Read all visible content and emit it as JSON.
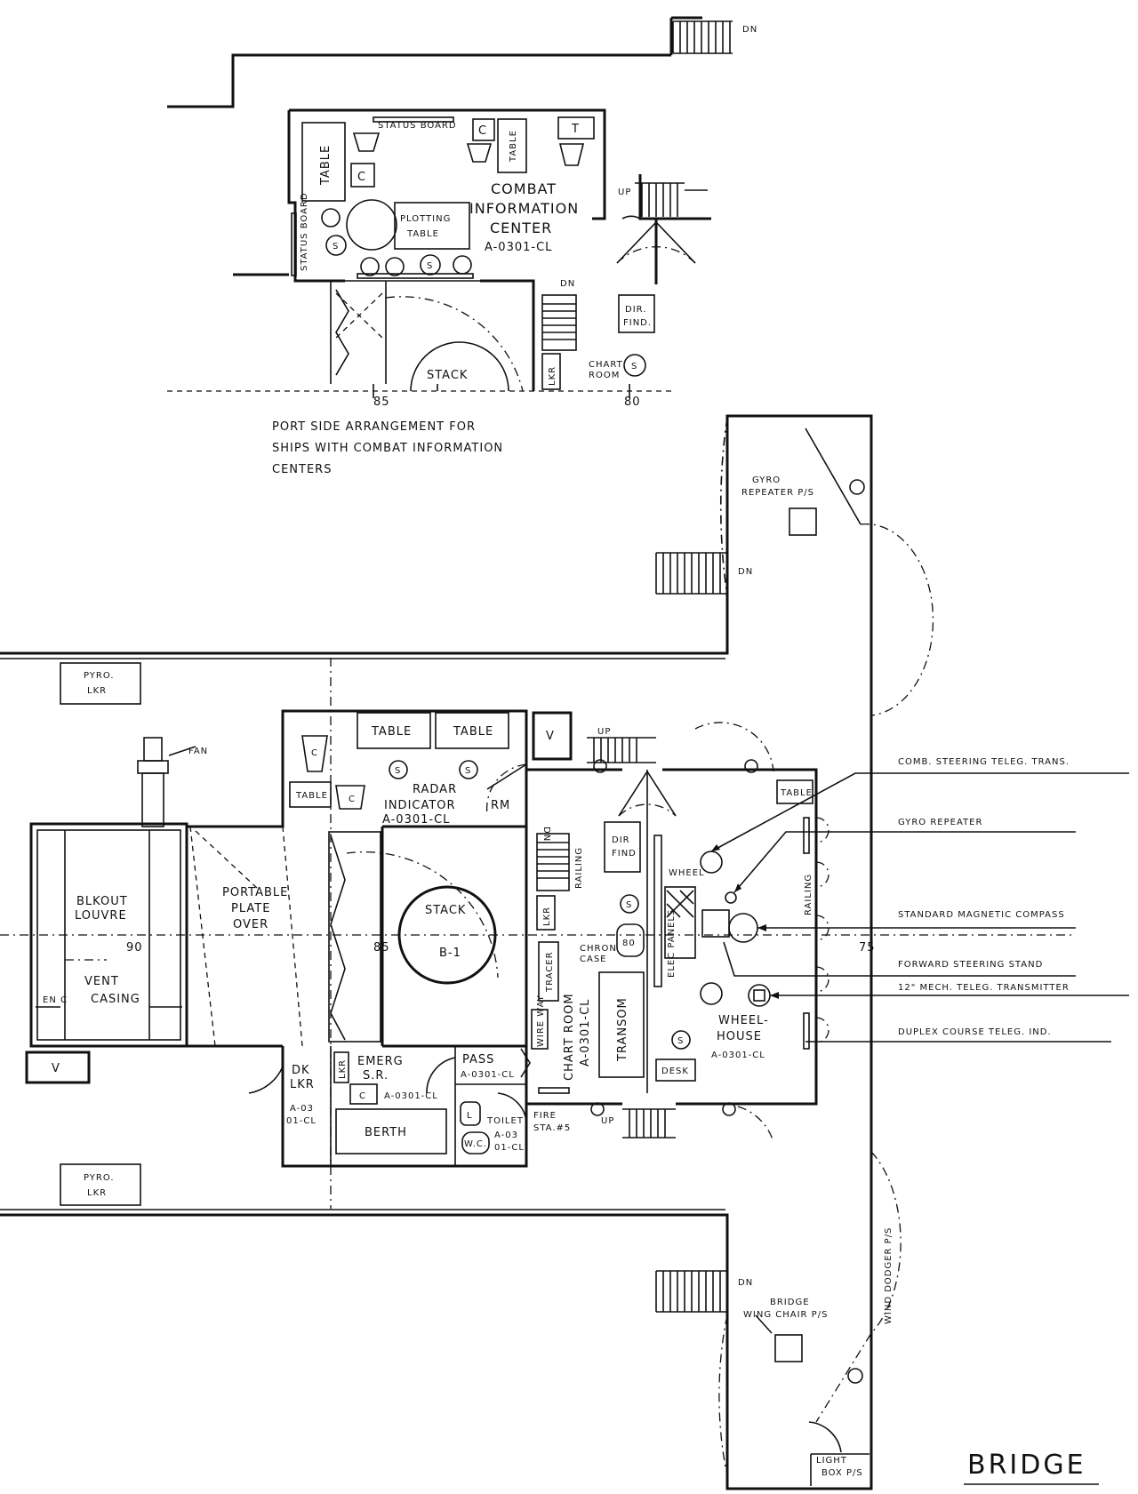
{
  "title": "BRIDGE",
  "cic": {
    "name_lines": [
      "COMBAT",
      "INFORMATION",
      "CENTER",
      "A-0301-CL"
    ],
    "status_board_top": "STATUS BOARD",
    "status_board_side": "STATUS BOARD",
    "table": "TABLE",
    "table2": "TABLE",
    "plotting_table_lines": [
      "PLOTTING",
      "TABLE"
    ],
    "chair": "C",
    "t": "T",
    "s": "S",
    "up": "UP",
    "dir_find_lines": [
      "DIR.",
      "FIND."
    ],
    "chart_room_lines": [
      "CHART",
      "ROOM"
    ],
    "stack": "STACK",
    "lkr": "LKR",
    "frame_85": "85",
    "frame_80": "80",
    "dn": "DN"
  },
  "caption_lines": [
    "PORT SIDE ARRANGEMENT FOR",
    "SHIPS WITH COMBAT INFORMATION",
    "CENTERS"
  ],
  "bridge": {
    "pyro_lkr_lines": [
      "PYRO.",
      "LKR"
    ],
    "fan": "FAN",
    "blkout_louvre_lines": [
      "BLKOUT",
      "LOUVRE"
    ],
    "vent_casing_lines": [
      "VENT",
      "CASING"
    ],
    "en_c": "EN C",
    "frame_90": "90",
    "frame_85": "85",
    "frame_75": "75",
    "v": "V",
    "portable_plate_lines": [
      "PORTABLE",
      "PLATE",
      "OVER"
    ],
    "table": "TABLE",
    "radar_lines": [
      "RADAR",
      "INDICATOR",
      "A-0301-CL"
    ],
    "rm": "RM",
    "stack_lines": [
      "STACK",
      "B-1"
    ],
    "dn": "DN",
    "up": "UP",
    "lkr": "LKR",
    "dk_lkr_lines": [
      "DK",
      "LKR",
      "A-03",
      "01-CL"
    ],
    "emerg_lines": [
      "EMERG",
      "S.R.",
      "A-0301-CL"
    ],
    "berth": "BERTH",
    "pass_lines": [
      "PASS",
      "A-0301-CL"
    ],
    "toilet_lines": [
      "TOILET",
      "A-03",
      "01-CL"
    ],
    "wc": "W.C.",
    "l": "L",
    "fire_sta_lines": [
      "FIRE",
      "STA.#5"
    ],
    "chron_case_lines": [
      "CHRON",
      "CASE"
    ],
    "tracer": "TRACER",
    "wire_way": "WIRE WAY",
    "chart_room_lines": [
      "CHART ROOM",
      "A-0301-CL"
    ],
    "transom": "TRANSOM",
    "railing": "RAILING",
    "dir_find_lines": [
      "DIR",
      "FIND"
    ],
    "elec_panels": "ELEC PANELS",
    "wheel": "WHEEL",
    "desk": "DESK",
    "wheelhouse_lines": [
      "WHEEL-",
      "HOUSE",
      "A-0301-CL"
    ],
    "s": "S",
    "c": "C",
    "gyro_rep_lines": [
      "GYRO",
      "REPEATER P/S"
    ],
    "bridge_wing_lines": [
      "BRIDGE",
      "WING CHAIR P/S"
    ],
    "wind_dodger": "WIND DODGER P/S",
    "light_box_lines": [
      "LIGHT",
      "BOX P/S"
    ]
  },
  "callouts": [
    "COMB. STEERING TELEG. TRANS.",
    "GYRO REPEATER",
    "STANDARD MAGNETIC COMPASS",
    "FORWARD STEERING STAND",
    "12\" MECH. TELEG. TRANSMITTER",
    "DUPLEX COURSE TELEG. IND."
  ]
}
